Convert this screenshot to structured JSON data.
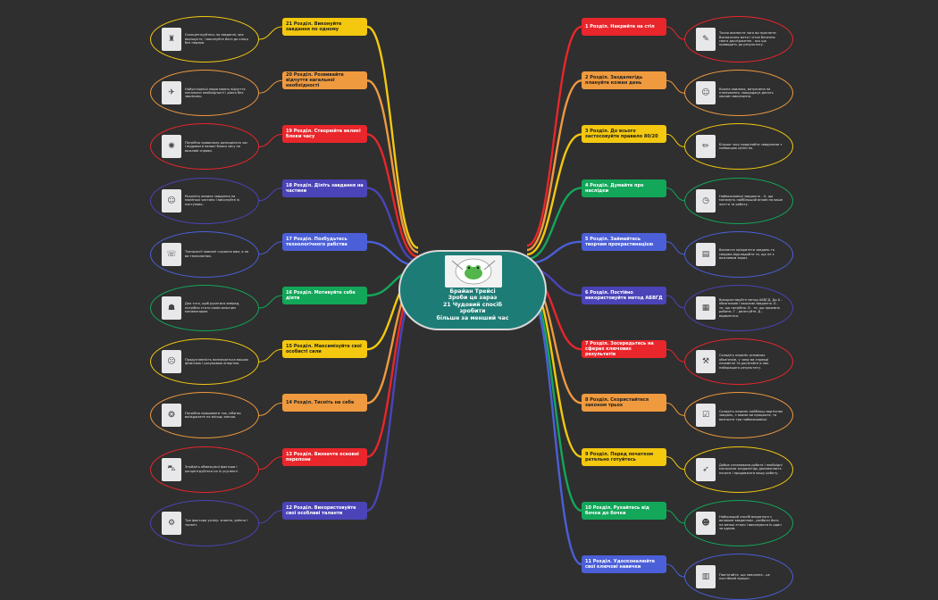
{
  "center": {
    "title": "Брайан Трейсі\nЗроби це зараз\n21 Чудовий спосіб\nзробити\nбільше за менший час"
  },
  "colors": {
    "background": "#2f2f2f",
    "center": "#1d7d76"
  },
  "right_nodes": [
    {
      "label": "1 Розділ. Накрийте на стіл",
      "color": "#e9262b",
      "note": "Точно визначте чого ви прагнете. Визначення мети і чітке бачення свого дослідження - ось що приводить до результату.",
      "icon": "notebook-icon"
    },
    {
      "label": "2 Розділ. Заздалегідь плануйте кожен день",
      "color": "#ef9a3f",
      "note": "Кожна хвилина, витрачена на планування, заощаджує десять хвилин виконання.",
      "icon": "person-icon"
    },
    {
      "label": "3 Розділ. До всього застосовуйте правило 80/20",
      "color": "#f3c80f",
      "note": "Більше часу приділяйте завданням з найвищою цінністю.",
      "icon": "pencil-icon"
    },
    {
      "label": "4 Розділ. Думайте про наслідки",
      "color": "#13a75a",
      "note": "Найважливіші завдання - ті, що матимуть найбільший вплив на ваше життя та роботу.",
      "icon": "clock-icon"
    },
    {
      "label": "5 Розділ. Займайтесь творчим прокрастинацією",
      "color": "#4b5fd8",
      "note": "Визначте пріоритети завдань та свідомо відкладайте те, що не є важливим зараз.",
      "icon": "desk-icon"
    },
    {
      "label": "6 Розділ. Постійно використовуйте метод АБВГД",
      "color": "#4b44b8",
      "note": "Використовуйте метод АБВГД. До А - обов'язкові і важливі завдання. Б - те, що потрібно. В - те, що приємно робити. Г - делегуйте. Д - відмовтеся.",
      "icon": "grid-icon"
    },
    {
      "label": "7 Розділ. Зосередьтесь на сферах ключових результатів",
      "color": "#e9262b",
      "note": "Складіть перелік основних обов'язків, у чому ви справді незамінні та досягайте в них найкращого результату.",
      "icon": "tools-icon"
    },
    {
      "label": "8 Розділ. Скористайтеся законом трьох",
      "color": "#ef9a3f",
      "note": "Складіть перелік найбільш вартісних завдань, з якими ви працюєте, та визначте три найважливіші.",
      "icon": "checklist-icon"
    },
    {
      "label": "9 Розділ. Перед початком ретельно готуйтесь",
      "color": "#f3c80f",
      "note": "Добре спланована робота і необхідні матеріали заздалегідь допомагають почати і продовжити вашу роботу.",
      "icon": "runner-icon"
    },
    {
      "label": "10 Розділ. Рухайтесь від бочки до бочки",
      "color": "#13a75a",
      "note": "Найкращий спосіб впоратися з великим завданням - розбити його на менші етапи і виконувати їх один за одним.",
      "icon": "team-icon"
    },
    {
      "label": "11 Розділ. Удосконалюйте свої ключові навички",
      "color": "#4b5fd8",
      "note": "Пам'ятайте, що навчання - це постійний процес.",
      "icon": "office-icon"
    }
  ],
  "left_nodes": [
    {
      "label": "21 Розділ. Виконуйте завдання по одному",
      "color": "#f3c80f",
      "note": "Сконцентруйтесь на завданні, яке вирішуєте, і виконуйте його до кінця без перерв.",
      "icon": "tower-icon"
    },
    {
      "label": "20 Розділ. Розвивайте відчуття нагальної необхідності",
      "color": "#ef9a3f",
      "note": "Найуспішніші люди мають відчуття нагальної необхідності і діють без зволікань.",
      "icon": "plane-icon"
    },
    {
      "label": "19 Розділ. Створюйте великі блоки часу",
      "color": "#e9262b",
      "note": "Потрібно правильно розподіляти час і віддавати великі блоки часу на важливі справи.",
      "icon": "hub-icon"
    },
    {
      "label": "18 Розділ. Діліть завдання на частини",
      "color": "#4b44b8",
      "note": "Розділіть велике завдання на маленькі частини і виконуйте їх поступово.",
      "icon": "cartoon-icon"
    },
    {
      "label": "17 Розділ. Позбудьтесь технологічного рабства",
      "color": "#4b5fd8",
      "note": "Технології повинні служити вам, а не ви технологіям.",
      "icon": "phone-icon"
    },
    {
      "label": "16 Розділ. Мотивуйте себе діяти",
      "color": "#13a75a",
      "note": "Для того, щоб рухатися вперед, потрібно стати своїм власним мотиватором.",
      "icon": "crowd-icon"
    },
    {
      "label": "15 Розділ. Максимізуйте свої особисті сили",
      "color": "#f3c80f",
      "note": "Продуктивність визначається вашою фізичною і розумовою енергією.",
      "icon": "face-icon"
    },
    {
      "label": "14 Розділ. Тисніть на себе",
      "color": "#ef9a3f",
      "note": "Потрібно працювати так, ніби ви виїжджаєте на місяць завтра.",
      "icon": "brain-icon"
    },
    {
      "label": "13 Розділ. Визначте основні перепони",
      "color": "#e9262b",
      "note": "Знайдіть обмежуючі фактори і концентруйтеся на їх усуненні.",
      "icon": "car-icon"
    },
    {
      "label": "12 Розділ. Використовуйте свої особливі таланти",
      "color": "#4b44b8",
      "note": "Три фактори успіху: знання, уміння і талант.",
      "icon": "robot-icon"
    }
  ]
}
